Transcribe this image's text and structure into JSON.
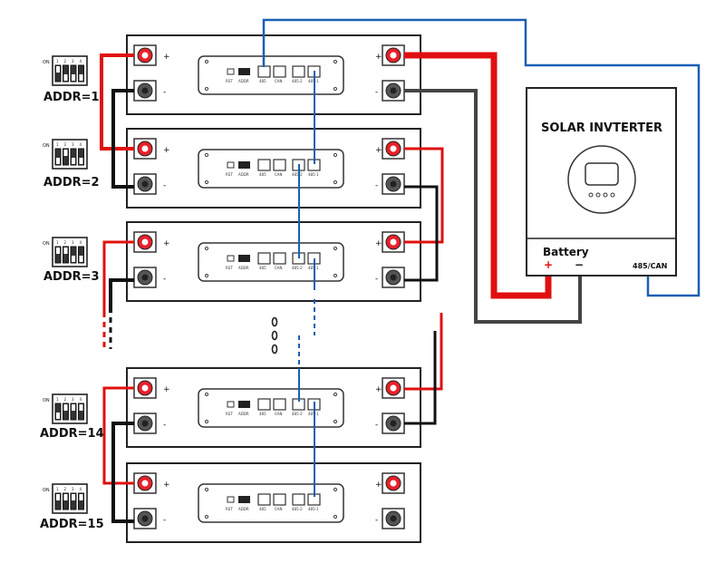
{
  "inverter": {
    "title": "SOLAR INVTERTER",
    "battery_label": "Battery",
    "plus_sign": "+",
    "minus_sign": "−",
    "comm_port_label": "485/CAN"
  },
  "battery_module": {
    "plus_sign": "+",
    "minus_sign": "-",
    "panel_labels": [
      "RST",
      "ADDR",
      "485",
      "CAN",
      "485-2",
      "485-1"
    ]
  },
  "dip_switch": {
    "on_label": "ON",
    "numbers": [
      "1",
      "2",
      "3",
      "4"
    ]
  },
  "batteries": [
    {
      "addr_label": "ADDR=1"
    },
    {
      "addr_label": "ADDR=2"
    },
    {
      "addr_label": "ADDR=3"
    },
    {
      "addr_label": "ADDR=14"
    },
    {
      "addr_label": "ADDR=15"
    }
  ],
  "colors": {
    "positive_cable": "#e01010",
    "negative_cable": "#111111",
    "comm_cable": "#1a5fb4",
    "inverter_cable_neg": "#444444",
    "terminal_red": "#e8202a"
  }
}
